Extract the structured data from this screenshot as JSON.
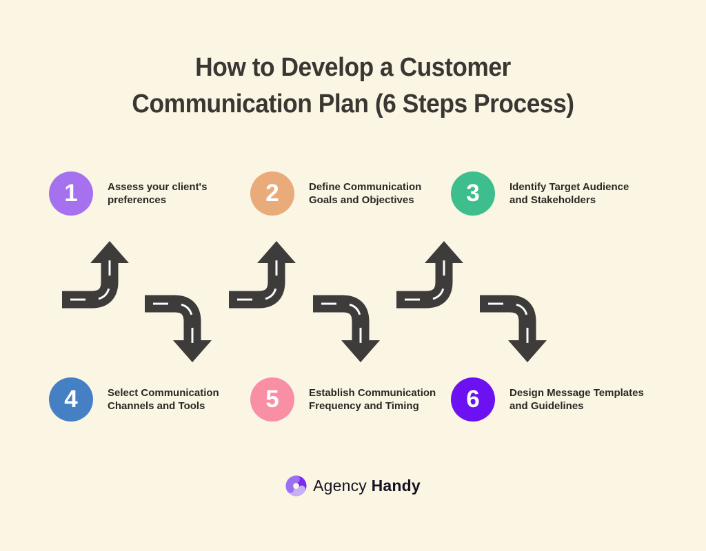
{
  "canvas": {
    "background": "#FBF5E4"
  },
  "title": {
    "lines": [
      "How to Develop a Customer",
      "Communication Plan (6 Steps Process)"
    ],
    "color": "#3A3733"
  },
  "steps": [
    {
      "number": "1",
      "lines": [
        "Assess your client's",
        "preferences"
      ],
      "color": "#A671EF"
    },
    {
      "number": "2",
      "lines": [
        "Define Communication",
        "Goals and Objectives"
      ],
      "color": "#EAAB7B"
    },
    {
      "number": "3",
      "lines": [
        "Identify Target Audience",
        "and Stakeholders"
      ],
      "color": "#3DBE8C"
    },
    {
      "number": "4",
      "lines": [
        "Select Communication",
        "Channels and Tools"
      ],
      "color": "#4580C4"
    },
    {
      "number": "5",
      "lines": [
        "Establish Communication",
        "Frequency and Timing"
      ],
      "color": "#F98FA4"
    },
    {
      "number": "6",
      "lines": [
        "Design Message Templates",
        "and Guidelines"
      ],
      "color": "#6C11F1"
    }
  ],
  "arrows": {
    "color": "#3E3B3B",
    "marking_color": "#FCFCFA",
    "directions": [
      "up",
      "down",
      "up",
      "down",
      "up",
      "down"
    ]
  },
  "logo": {
    "text_regular": "Agency",
    "text_bold": "Handy",
    "text_color": "#16121F",
    "icon_colors": {
      "dark": "#7A2BEE",
      "medium": "#9D6FF3",
      "light": "#C9AFF7"
    }
  }
}
